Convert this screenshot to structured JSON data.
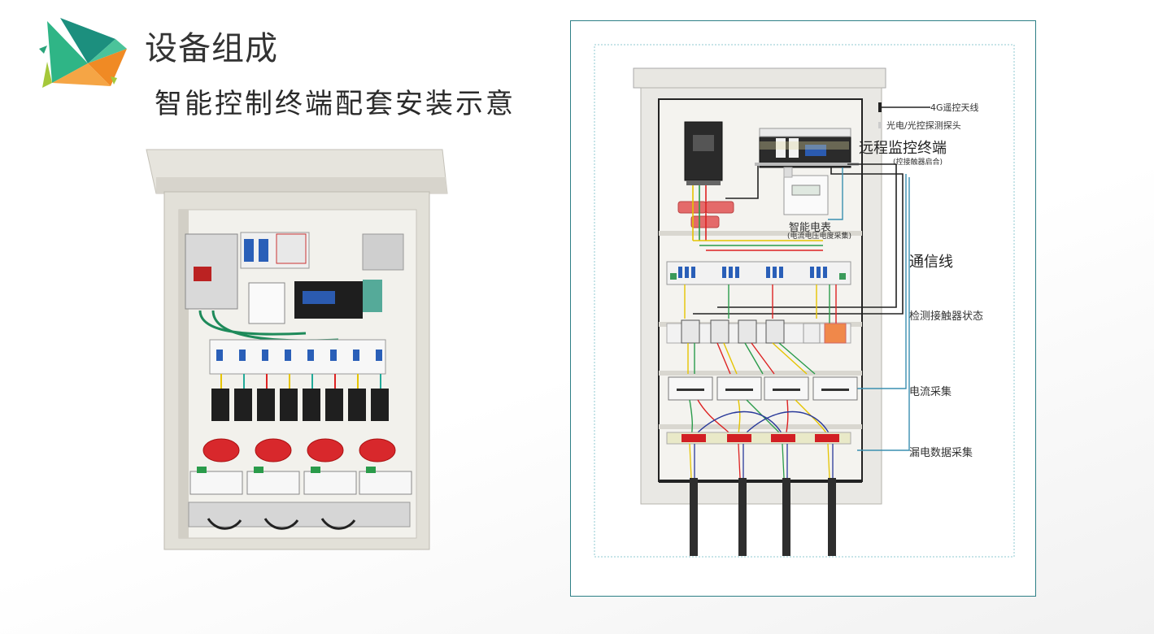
{
  "header": {
    "title": "设备组成",
    "subtitle": "智能控制终端配套安装示意"
  },
  "diagram": {
    "labels": {
      "antenna": "4G遥控天线",
      "probe": "光电/光控探测探头",
      "terminal": "远程监控终端",
      "terminal_note": "(控接触器启合)",
      "meter": "智能电表",
      "meter_note": "(电流电压电度采集)",
      "comm_line": "通信线",
      "contactor_state": "检测接触器状态",
      "current_collect": "电流采集",
      "leakage_collect": "漏电数据采集"
    }
  },
  "colors": {
    "accent": "#2d7f86",
    "logo_green": "#2aa37a",
    "logo_orange": "#f08a24",
    "logo_lime": "#a5c83a",
    "cabinet": "#e4e2da"
  }
}
